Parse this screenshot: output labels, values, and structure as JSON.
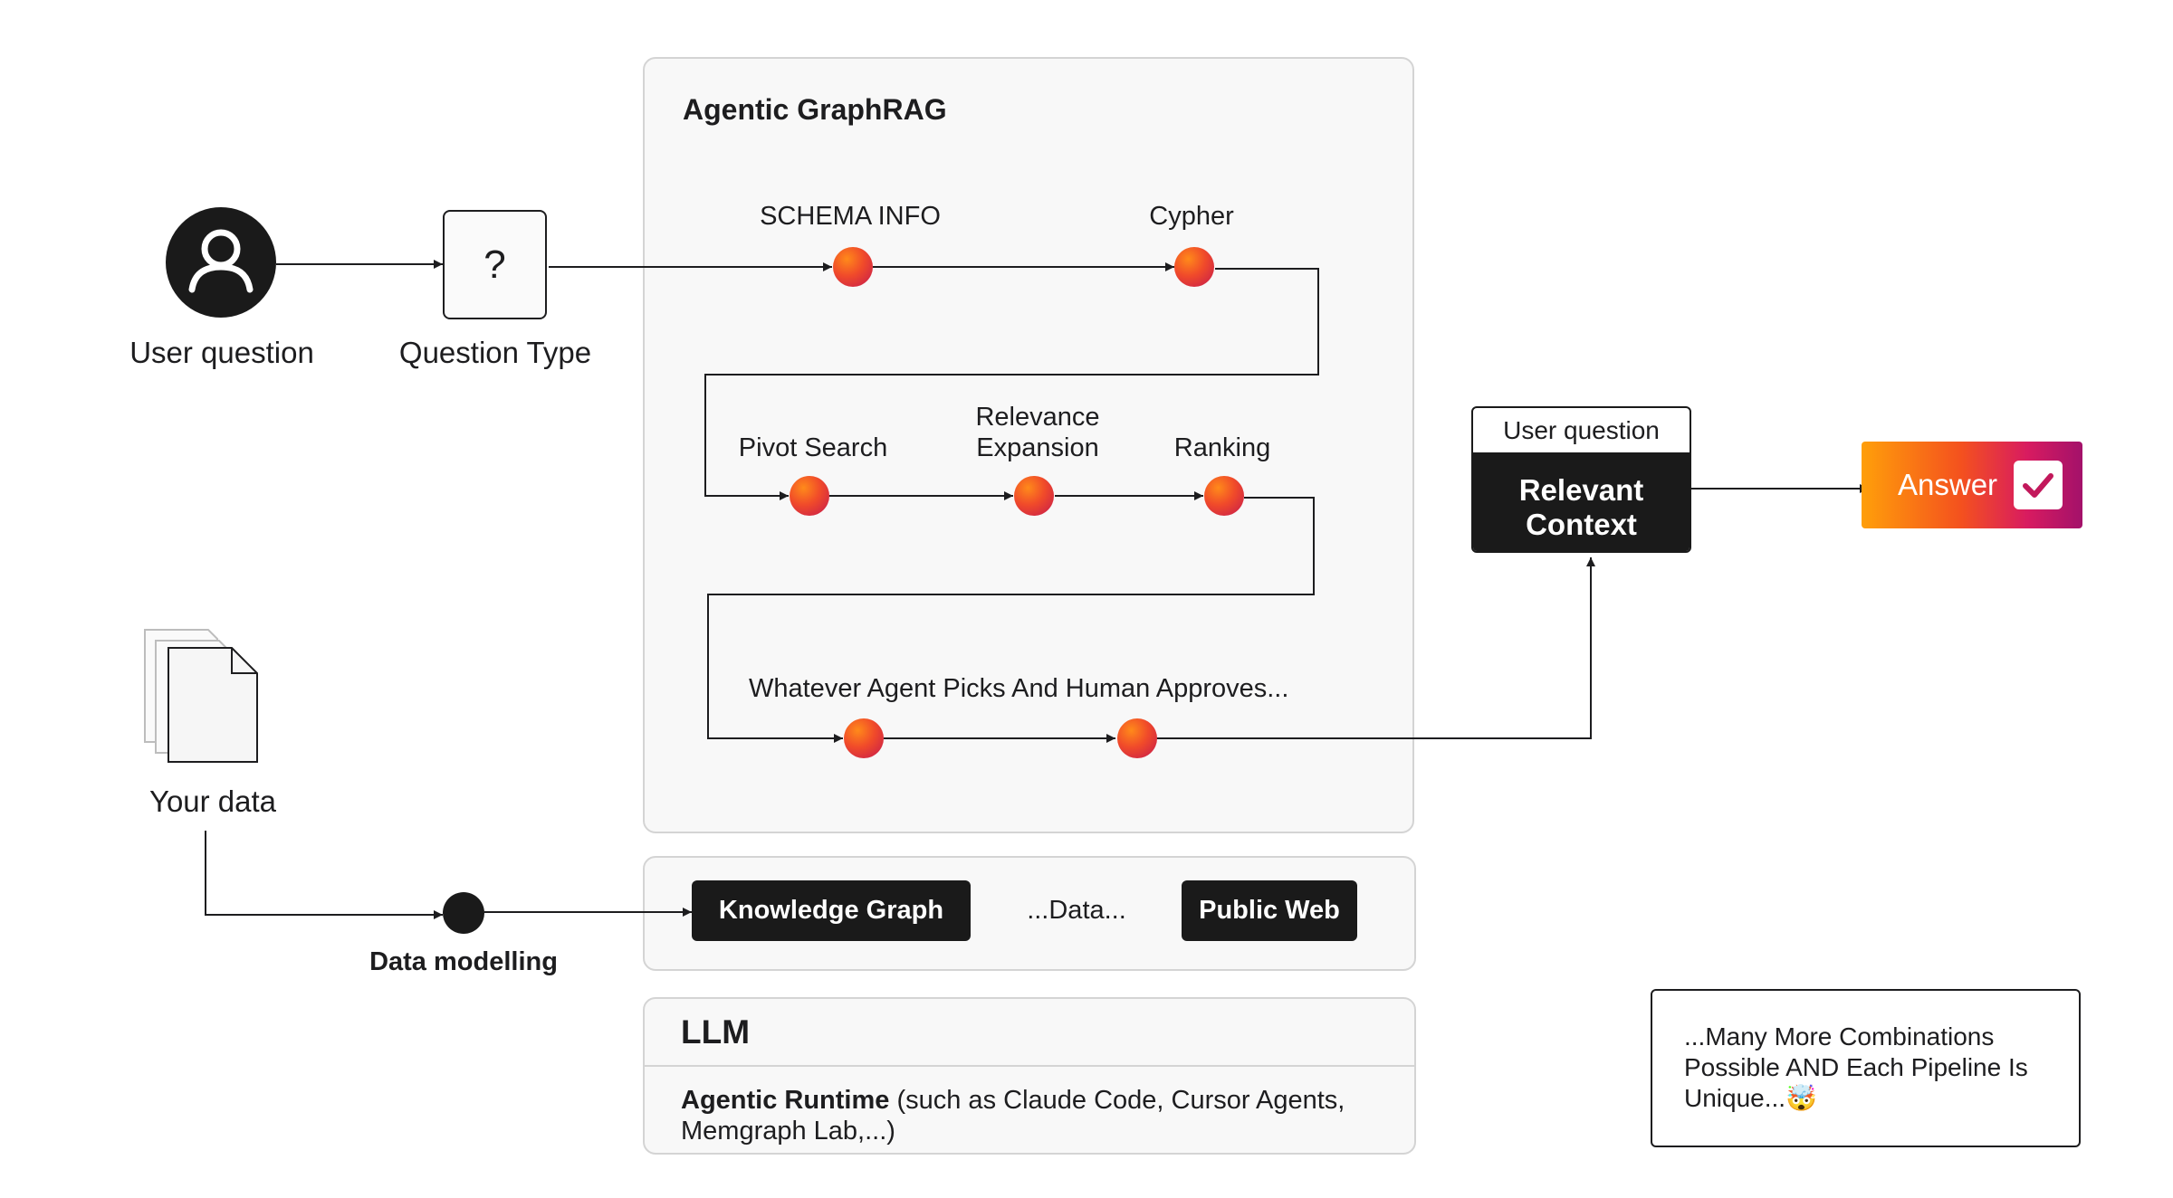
{
  "user": {
    "label": "User question"
  },
  "question_type": {
    "symbol": "?",
    "label": "Question Type"
  },
  "graphrag": {
    "title": "Agentic GraphRAG",
    "row1": {
      "schema_label": "SCHEMA INFO",
      "cypher_label": "Cypher"
    },
    "row2": {
      "pivot_label": "Pivot Search",
      "relevance_label_1": "Relevance",
      "relevance_label_2": "Expansion",
      "ranking_label": "Ranking"
    },
    "row3": {
      "label": "Whatever Agent Picks And Human Approves..."
    }
  },
  "context": {
    "top_label": "User question",
    "line1": "Relevant",
    "line2": "Context"
  },
  "answer": {
    "label": "Answer"
  },
  "your_data": {
    "label": "Your data"
  },
  "data_modelling": {
    "label": "Data modelling"
  },
  "data_panel": {
    "kg_label": "Knowledge Graph",
    "middle_label": "...Data...",
    "web_label": "Public Web"
  },
  "llm": {
    "title": "LLM",
    "runtime_bold": "Agentic Runtime",
    "runtime_rest": " (such as Claude Code, Cursor Agents,",
    "runtime_line2": "Memgraph Lab,...)"
  },
  "note": {
    "line1": "...Many More Combinations",
    "line2": "Possible AND Each Pipeline Is",
    "line3": "Unique...🤯"
  },
  "colors": {
    "node_start": "#ff8a1a",
    "node_end": "#c4184f",
    "dark": "#1a1a1a",
    "panel_bg": "#f8f8f8"
  },
  "icons": [
    "user-icon",
    "document-stack-icon",
    "checkmark-icon"
  ]
}
